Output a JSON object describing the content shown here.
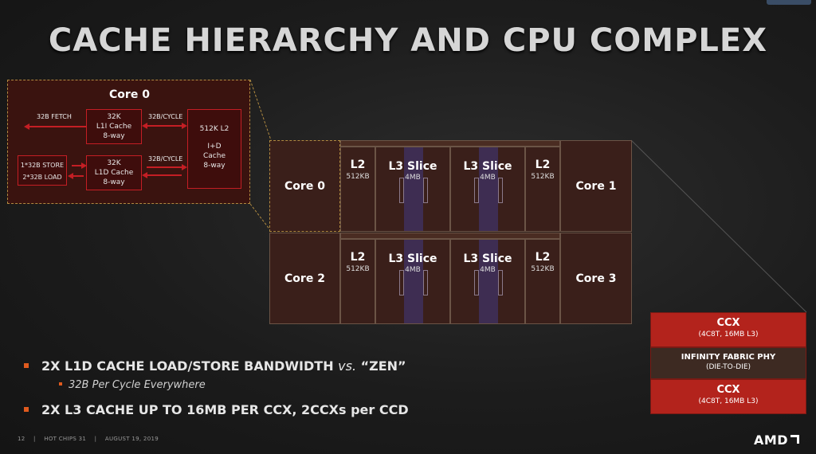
{
  "slide": {
    "title": "CACHE HIERARCHY AND CPU COMPLEX"
  },
  "core_detail": {
    "title": "Core 0",
    "l1i": {
      "size": "32K",
      "name": "L1I Cache",
      "assoc": "8-way"
    },
    "l1d": {
      "size": "32K",
      "name": "L1D Cache",
      "assoc": "8-way"
    },
    "l2": {
      "size": "512K L2",
      "type": "I+D",
      "name": "Cache",
      "assoc": "8-way"
    },
    "fetch_label": "32B FETCH",
    "l1i_l2_label": "32B/CYCLE",
    "l1d_l2_label": "32B/CYCLE",
    "store_label": "1*32B STORE",
    "load_label": "2*32B LOAD"
  },
  "ccx": {
    "cores": [
      "Core 0",
      "Core 1",
      "Core 2",
      "Core 3"
    ],
    "l2_label": "L2",
    "l2_size": "512KB",
    "l3_label": "L3 Slice",
    "l3_size": "4MB"
  },
  "ccd": {
    "ccx_top": {
      "name": "CCX",
      "detail": "(4C8T, 16MB L3)"
    },
    "phy": {
      "name": "INFINITY FABRIC PHY",
      "detail": "(DIE-TO-DIE)"
    },
    "ccx_bottom": {
      "name": "CCX",
      "detail": "(4C8T, 16MB L3)"
    }
  },
  "bullets": {
    "b1_main": "2X L1D CACHE LOAD/STORE BANDWIDTH ",
    "b1_vs": "vs.",
    "b1_end": " “ZEN”",
    "b1_sub": "32B Per Cycle Everywhere",
    "b2_main": "2X L3 CACHE UP TO 16MB PER CCX, 2CCXs per CCD"
  },
  "footer": {
    "page": "12",
    "event": "HOT CHIPS 31",
    "date": "AUGUST 19, 2019"
  },
  "logo": {
    "text": "AMD"
  },
  "colors": {
    "accent": "#e05a1e",
    "red": "#c41e24",
    "ccx_red": "#b3231c"
  }
}
